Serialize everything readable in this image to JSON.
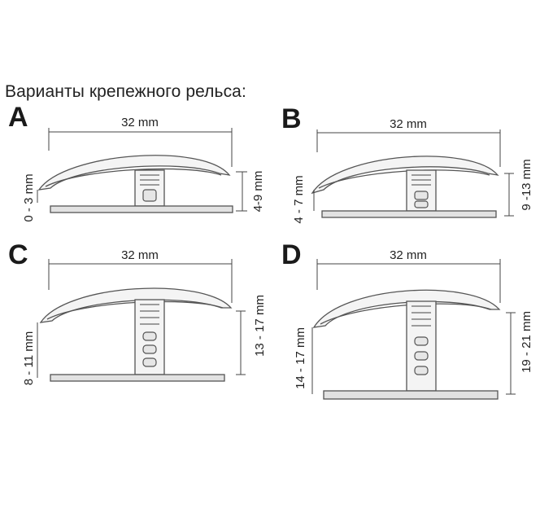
{
  "title": "Варианты крепежного рельса:",
  "panels": [
    {
      "letter": "A",
      "width": "32 mm",
      "left": "0 - 3 mm",
      "right": "4-9 mm"
    },
    {
      "letter": "B",
      "width": "32 mm",
      "left": "4 - 7 mm",
      "right": "9 -13 mm"
    },
    {
      "letter": "C",
      "width": "32 mm",
      "left": "8 - 11 mm",
      "right": "13 - 17 mm"
    },
    {
      "letter": "D",
      "width": "32 mm",
      "left": "14 - 17 mm",
      "right": "19 - 21 mm"
    }
  ]
}
